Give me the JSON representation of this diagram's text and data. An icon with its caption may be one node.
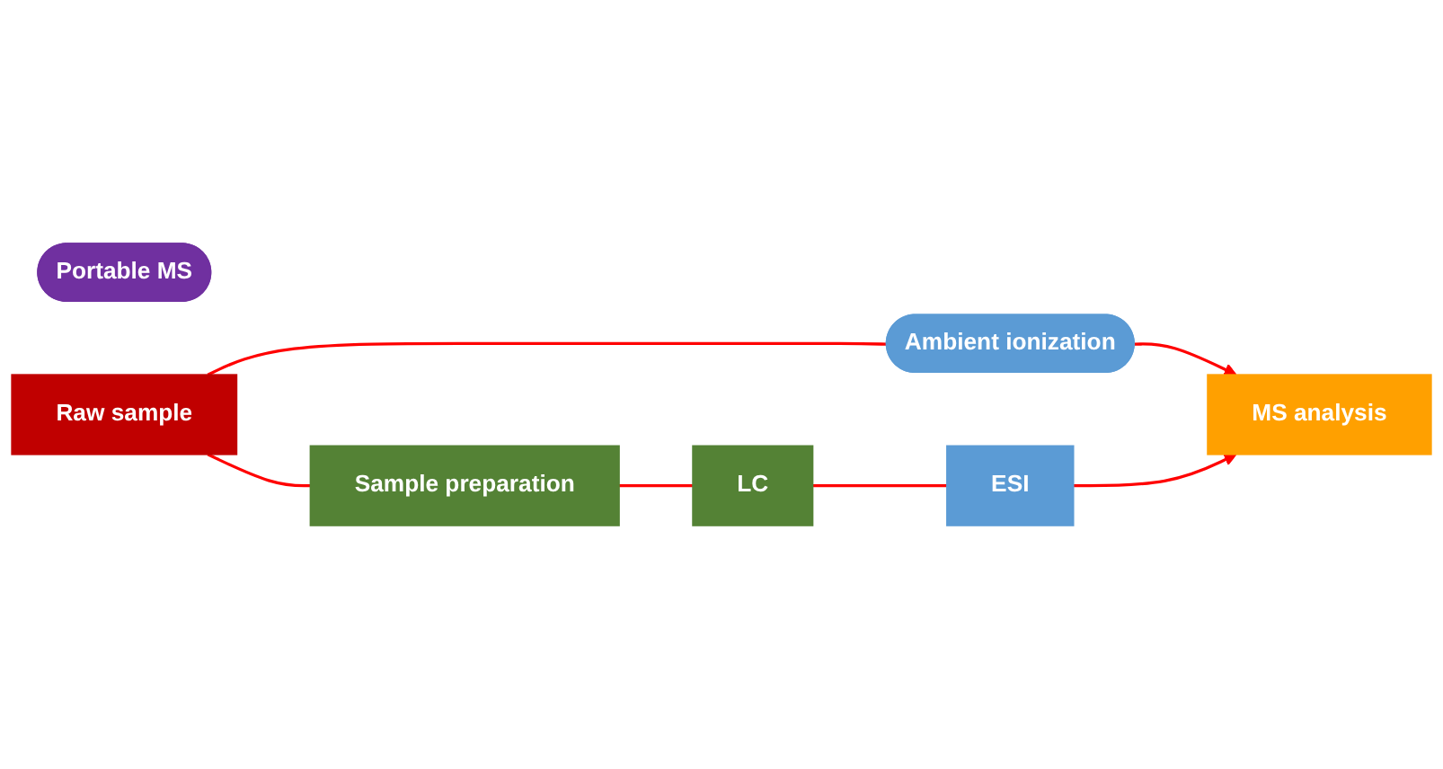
{
  "diagram": {
    "nodes": [
      {
        "text": [
          "Ambient ionization"
        ]
      },
      {
        "text": [
          "Portable MS"
        ]
      },
      {
        "text": [
          "Raw sample"
        ]
      },
      {
        "text": [
          "MS analysis"
        ]
      },
      {
        "text": [
          "Sample preparation"
        ]
      },
      {
        "text": [
          "LC"
        ]
      },
      {
        "text": [
          "ESI"
        ]
      }
    ],
    "edges": [
      {
        "from": 2,
        "to": 0,
        "arrow": "none"
      },
      {
        "from": 0,
        "to": 3,
        "arrow": "to"
      },
      {
        "from": 2,
        "to": 4,
        "arrow": "none"
      },
      {
        "from": 4,
        "to": 5,
        "arrow": "none"
      },
      {
        "from": 5,
        "to": 6,
        "arrow": "none"
      },
      {
        "from": 6,
        "to": 3,
        "arrow": "to"
      }
    ]
  }
}
